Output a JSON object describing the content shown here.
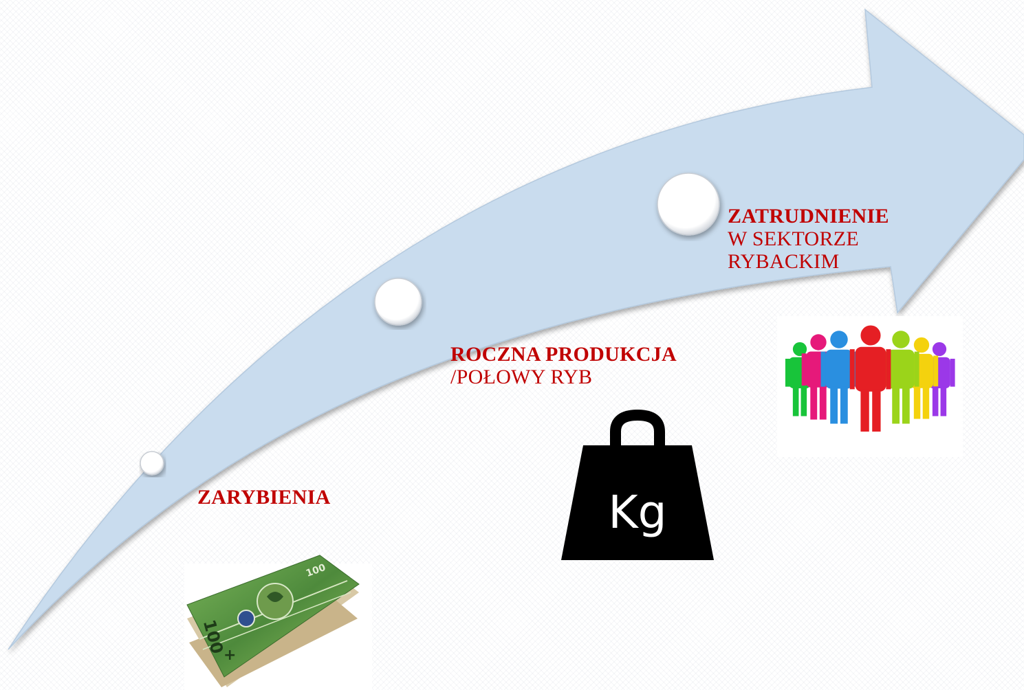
{
  "steps": [
    {
      "title": "ZARYBIENIA",
      "subtitle": ""
    },
    {
      "title": "ROCZNA PRODUKCJA",
      "subtitle": "/POŁOWY RYB"
    },
    {
      "title": "ZATRUDNIENIE",
      "subtitle": "W SEKTORZE RYBACKIM"
    }
  ],
  "images": {
    "banknote": {
      "denomination": "100"
    },
    "weight": {
      "unit": "Kg"
    },
    "people": {
      "figure_colors": [
        "#18c43a",
        "#e6197a",
        "#2a8fe0",
        "#e51f24",
        "#9bd41a",
        "#f4d20e",
        "#9b38e8"
      ]
    }
  },
  "colors": {
    "arrow": "#c9dcee",
    "arrow_shadow": "#a9bed4",
    "label": "#c00000"
  }
}
